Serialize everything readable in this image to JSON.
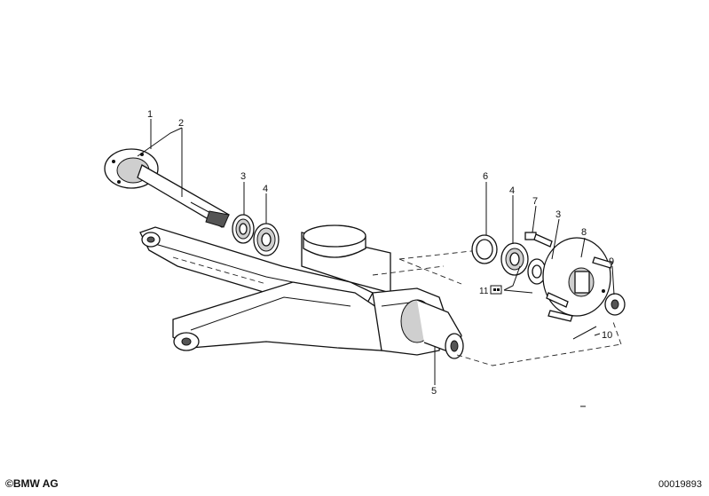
{
  "callouts": {
    "c1": "1",
    "c2": "2",
    "c3_left": "3",
    "c4_left": "4",
    "c5": "5",
    "c6": "6",
    "c4_right": "4",
    "c7": "7",
    "c3_right": "3",
    "c8": "8",
    "c9": "9",
    "c10": "10",
    "c11": "11"
  },
  "footer": {
    "copyright": "©BMW AG",
    "document_number": "00019893"
  }
}
